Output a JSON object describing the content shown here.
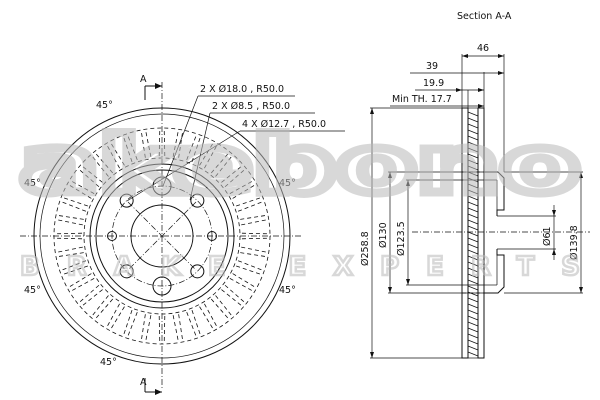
{
  "section_title": "Section A-A",
  "section_marker": "A",
  "angle_label": "45°",
  "watermark": {
    "brand": "akebono",
    "tagline": "BRAKE EXPERTS",
    "color": "#b9b9b9"
  },
  "front_view_callouts": [
    "2 X Ø18.0 , R50.0",
    "2 X Ø8.5 , R50.0",
    "4 X Ø12.7 , R50.0"
  ],
  "section_dimensions": {
    "overall_height": "46",
    "hat_depth": "39",
    "thickness": "19.9",
    "min_thickness": "Min TH. 17.7",
    "disc_diameter": "Ø258.8",
    "hat_outer_diameter": "Ø130",
    "hat_inner_diameter": "Ø123.5",
    "center_bore": "Ø61",
    "hat_diameter": "Ø139.8"
  }
}
